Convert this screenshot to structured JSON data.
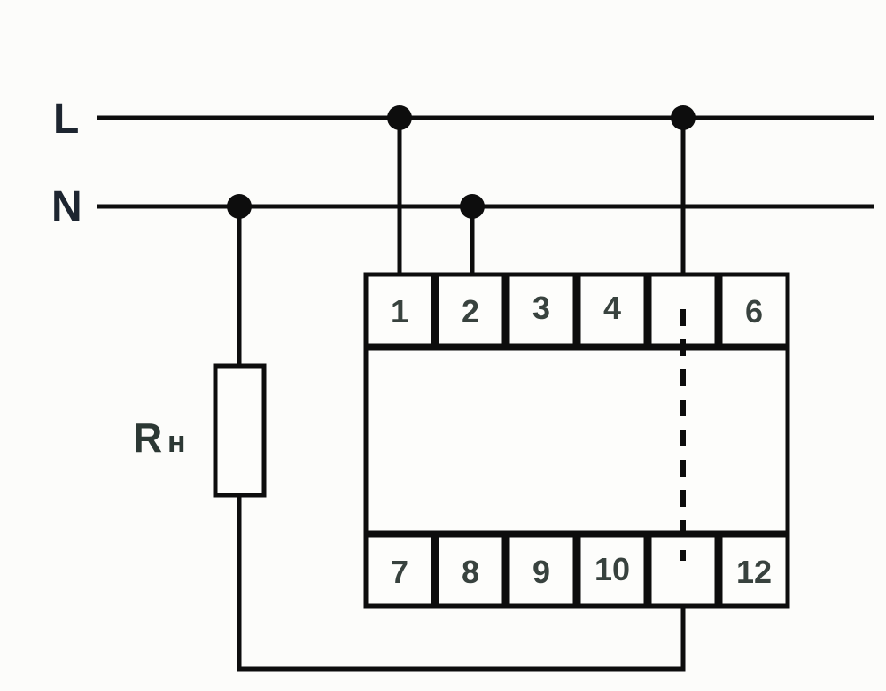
{
  "diagram": {
    "type": "electrical-wiring-schematic",
    "colors": {
      "background": "#fcfcfa",
      "wire": "#0d0d0d",
      "supply_label": "#1d2530",
      "terminal_label": "#38423e"
    },
    "supply": {
      "phase_label": "L",
      "neutral_label": "N"
    },
    "load": {
      "label_main": "R",
      "label_sub": "н"
    },
    "device": {
      "top_terminals": [
        "1",
        "2",
        "3",
        "4",
        "",
        "6"
      ],
      "bottom_terminals": [
        "7",
        "8",
        "9",
        "10",
        "",
        "12"
      ]
    }
  }
}
